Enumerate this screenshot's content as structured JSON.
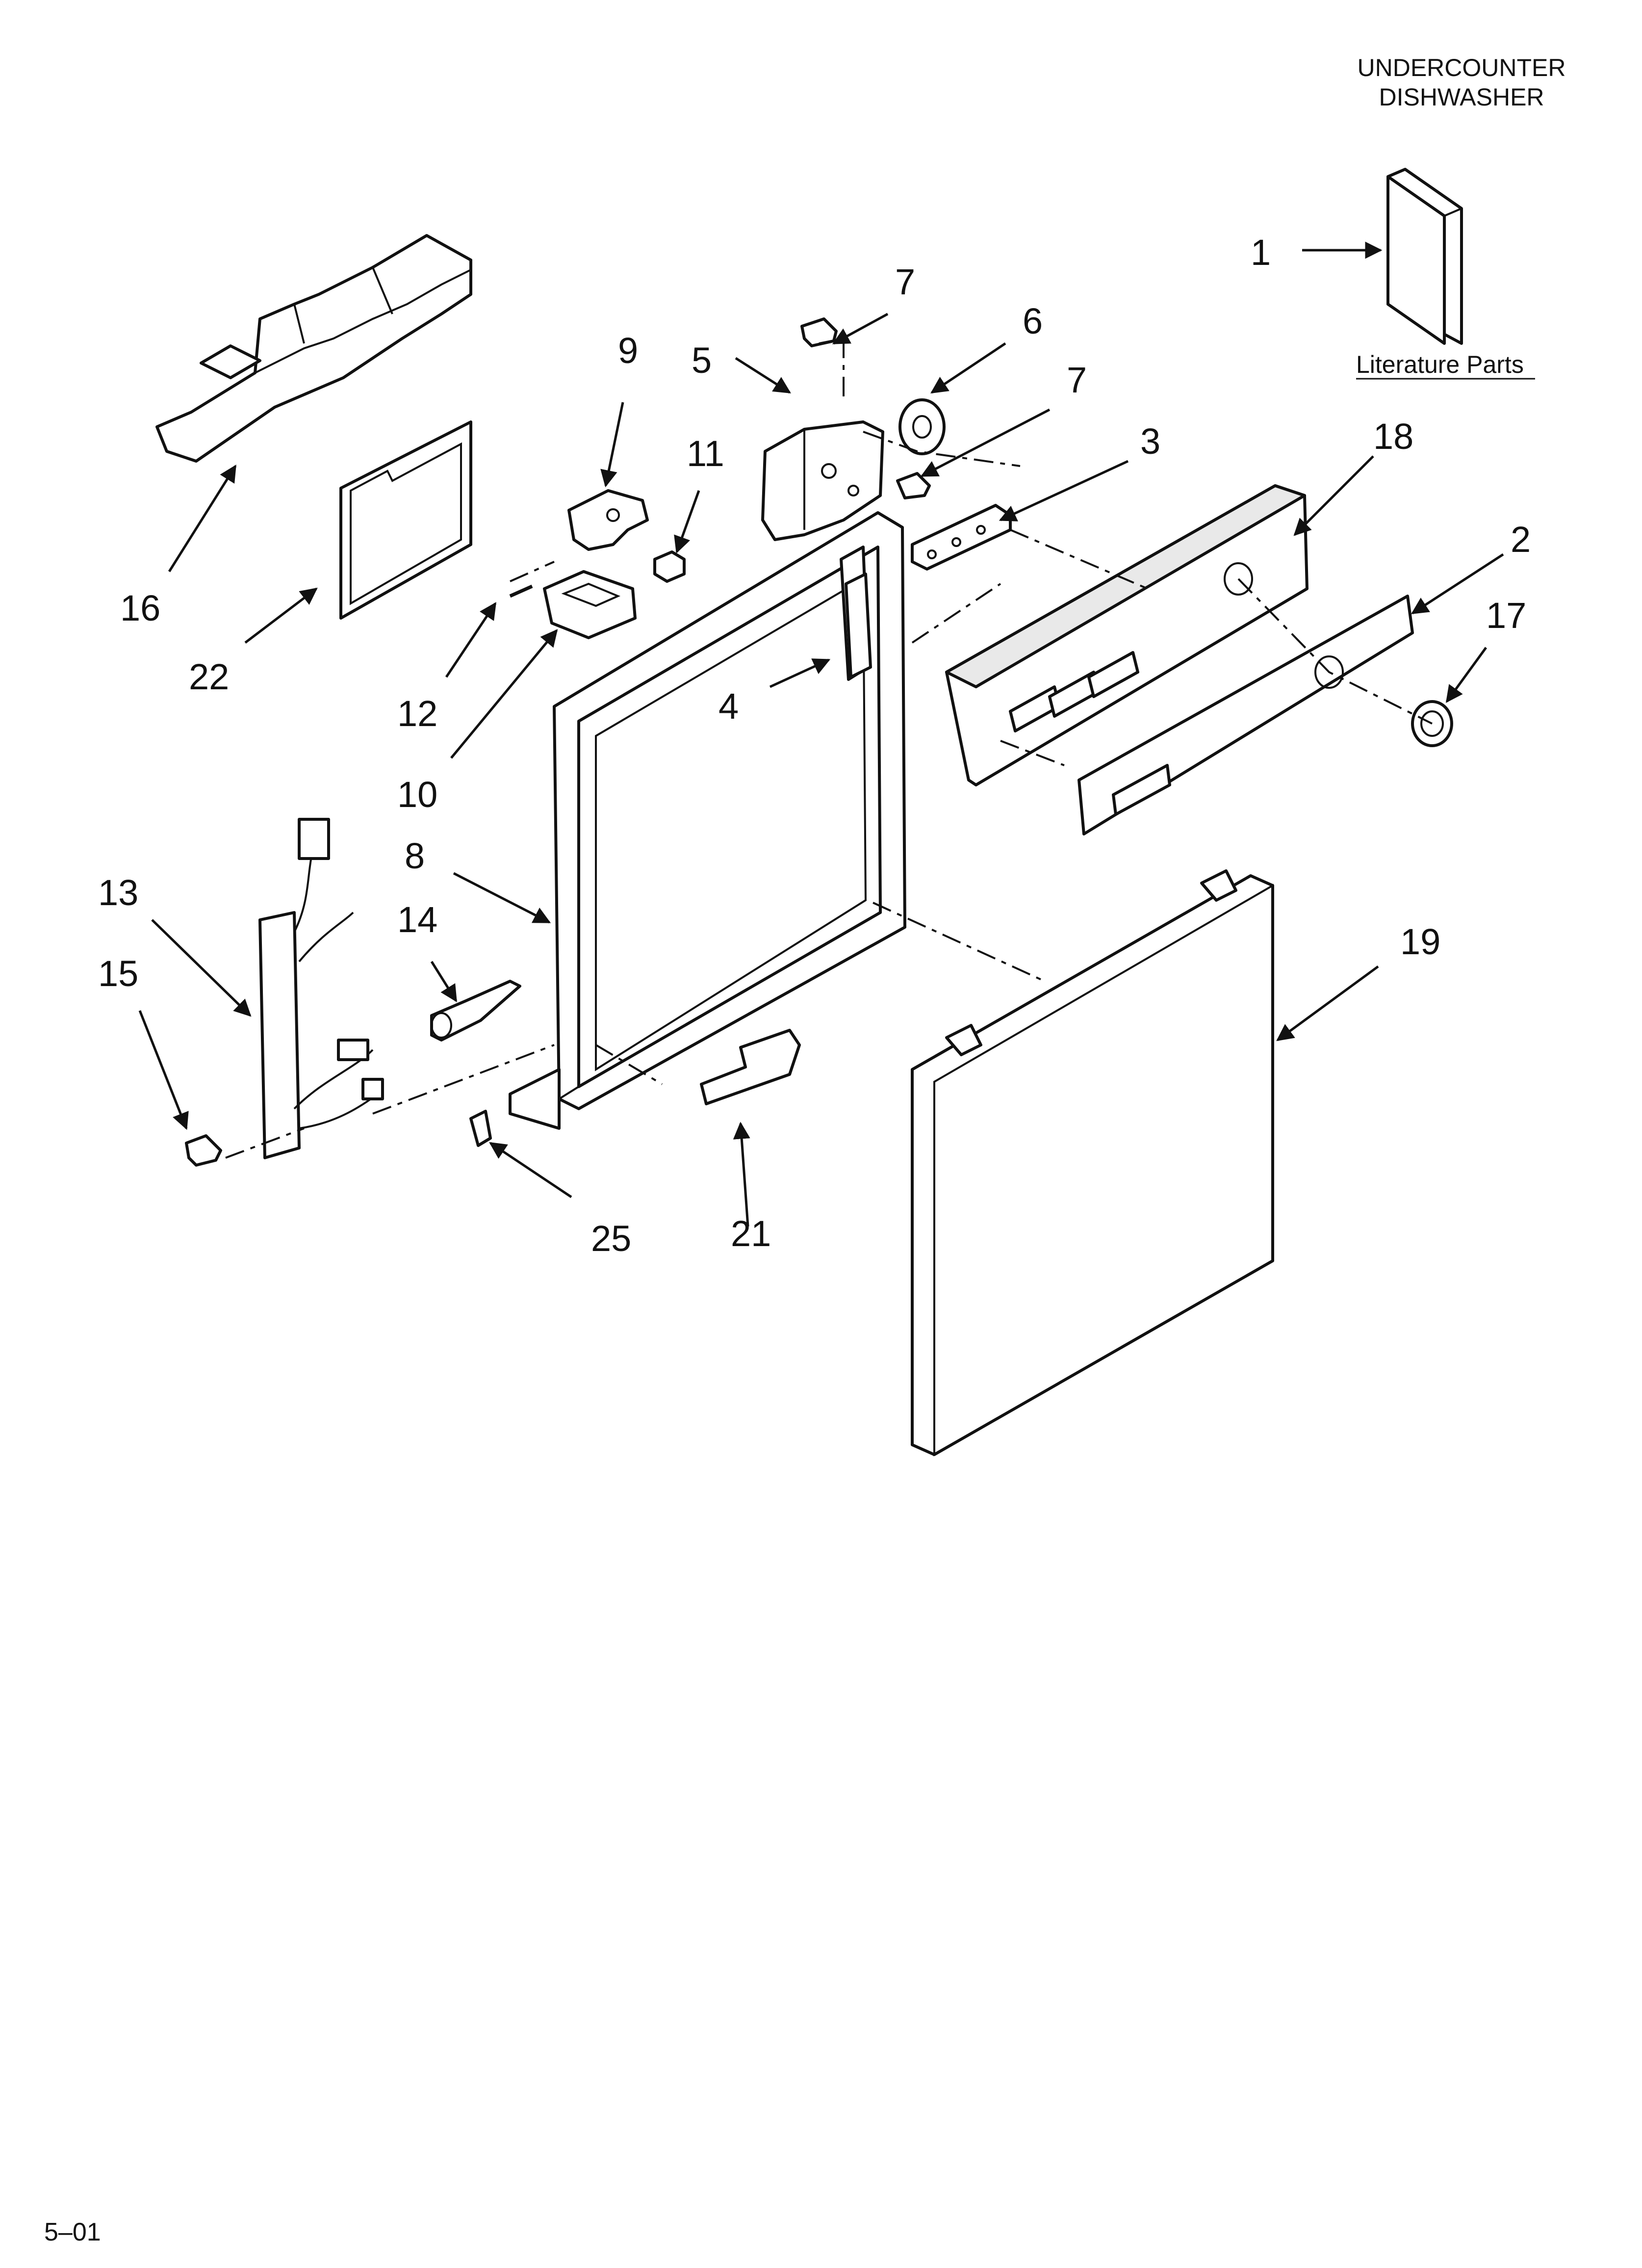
{
  "header": {
    "line1": "UNDERCOUNTER",
    "line2": "DISHWASHER"
  },
  "literature_label": "Literature Parts",
  "footer_code": "5–01",
  "callouts": {
    "c1": "1",
    "c2": "2",
    "c3": "3",
    "c4": "4",
    "c5": "5",
    "c6": "6",
    "c7a": "7",
    "c7b": "7",
    "c8": "8",
    "c9": "9",
    "c10": "10",
    "c11": "11",
    "c12": "12",
    "c13": "13",
    "c14": "14",
    "c15": "15",
    "c16": "16",
    "c17": "17",
    "c18": "18",
    "c19": "19",
    "c21": "21",
    "c22": "22",
    "c25": "25"
  }
}
